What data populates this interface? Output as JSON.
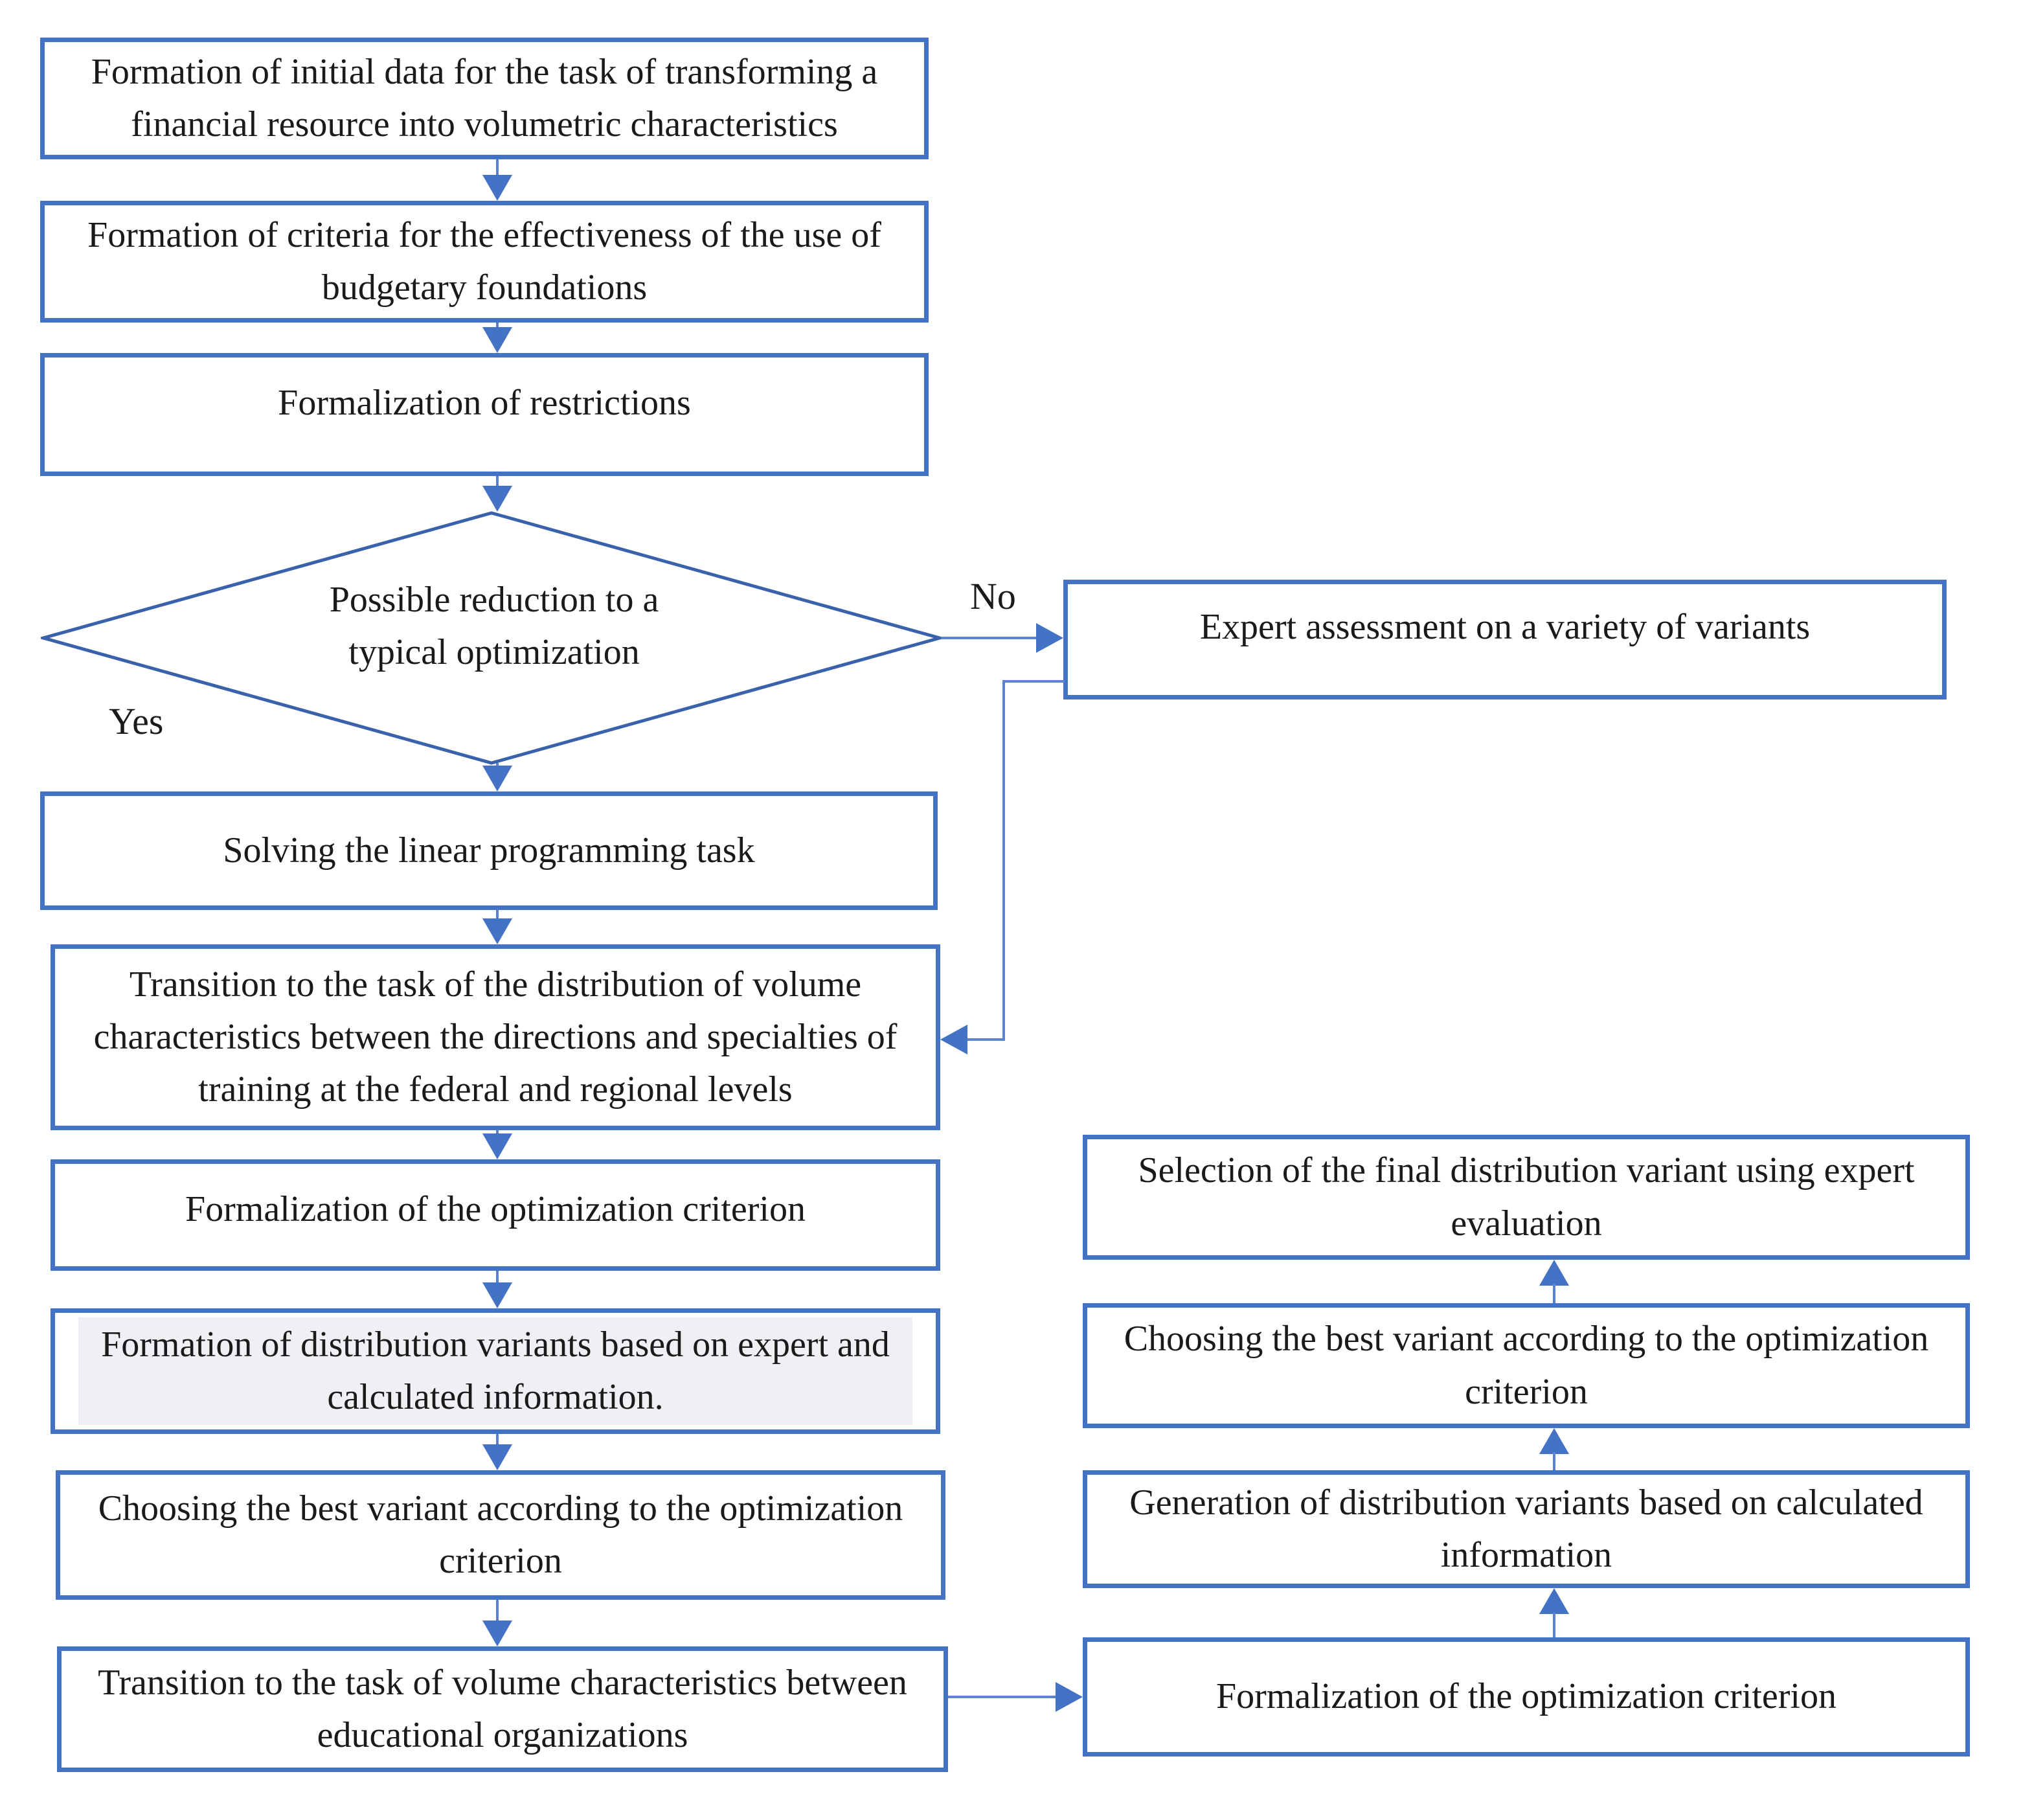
{
  "palette": {
    "box_border": "#4472c4",
    "diamond_border": "#3a61ab",
    "connector": "#5b83cf",
    "arrowhead": "#4472c4",
    "text": "#1a1a1a",
    "highlight": "#eef0f3",
    "background": "#ffffff"
  },
  "nodes": {
    "initial_data": "Formation of initial data for the task of transforming a financial resource into volumetric characteristics",
    "criteria": "Formation of criteria for the effectiveness of the use of budgetary foundations",
    "restrictions": "Formalization of restrictions",
    "decision": "Possible reduction to a typical optimization",
    "expert_assessment": "Expert assessment on a variety of variants",
    "solving": "Solving the linear programming task",
    "transition_distribution": "Transition to the task of the distribution of volume characteristics between the directions and specialties of training at the federal and regional levels",
    "formalization_left": "Formalization of the optimization criterion",
    "formation_variants": "Formation of distribution variants based on expert and calculated information.",
    "choosing_left": "Choosing the best variant according to the optimization criterion",
    "transition_volume": "Transition to the task of volume characteristics between educational organizations",
    "selection_final": "Selection of the final distribution variant using expert evaluation",
    "choosing_right": "Choosing the best variant according to the optimization criterion",
    "generation_variants": "Generation of distribution variants based on calculated information",
    "formalization_right": "Formalization of the optimization criterion"
  },
  "labels": {
    "yes": "Yes",
    "no": "No"
  }
}
